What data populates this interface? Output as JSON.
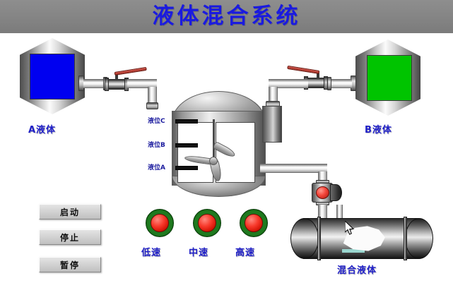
{
  "header": {
    "title": "液体混合系统",
    "title_color": "#1a1ae0",
    "bar_color": "#858585"
  },
  "tanks": {
    "left": {
      "label": "A液体",
      "liquid_color": "#0000f0",
      "shape": "hexagon-tank"
    },
    "right": {
      "label": "B液体",
      "liquid_color": "#00c400",
      "shape": "hexagon-tank"
    },
    "product": {
      "label": "混合液体",
      "shape": "horizontal-cylinder-tank"
    }
  },
  "mixer": {
    "levels": [
      {
        "label": "液位C"
      },
      {
        "label": "液位B"
      },
      {
        "label": "液位A"
      }
    ]
  },
  "valves": {
    "inlet_a": {
      "name": "ball-valve-a",
      "handle_color": "#b0352a",
      "state": "open"
    },
    "inlet_b": {
      "name": "ball-valve-b",
      "handle_color": "#b0352a",
      "state": "open"
    },
    "outlet": {
      "name": "actuated-valve-outlet",
      "disc_color": "#f4453a",
      "state": "closed"
    }
  },
  "controls": {
    "buttons": [
      {
        "label": "启动",
        "name": "start-button"
      },
      {
        "label": "停止",
        "name": "stop-button"
      },
      {
        "label": "暂停",
        "name": "pause-button"
      }
    ]
  },
  "lamps": [
    {
      "label": "低速",
      "name": "lamp-low-speed",
      "ring_color": "#1f7a1f",
      "bulb_color": "#f83a2c"
    },
    {
      "label": "中速",
      "name": "lamp-medium-speed",
      "ring_color": "#1f7a1f",
      "bulb_color": "#f83a2c"
    },
    {
      "label": "高速",
      "name": "lamp-high-speed",
      "ring_color": "#1f7a1f",
      "bulb_color": "#f83a2c"
    }
  ]
}
